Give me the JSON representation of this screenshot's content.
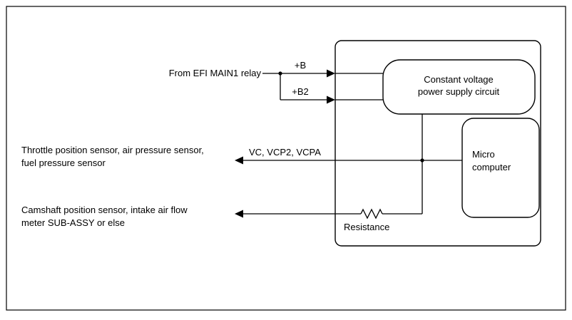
{
  "diagram": {
    "inputs": {
      "relay_label": "From EFI MAIN1 relay",
      "b_label": "+B",
      "b2_label": "+B2"
    },
    "signals": {
      "vc_label": "VC, VCP2, VCPA",
      "throttle_line1": "Throttle position sensor, air pressure sensor,",
      "throttle_line2": "fuel pressure sensor",
      "camshaft_line1": "Camshaft position sensor, intake air flow",
      "camshaft_line2": "meter SUB-ASSY or else",
      "resistance_label": "Resistance"
    },
    "ecu": {
      "constant_voltage_line1": "Constant voltage",
      "constant_voltage_line2": "power supply circuit",
      "micro_line1": "Micro",
      "micro_line2": "computer"
    },
    "colors": {
      "line": "#000000",
      "background": "#ffffff"
    }
  }
}
